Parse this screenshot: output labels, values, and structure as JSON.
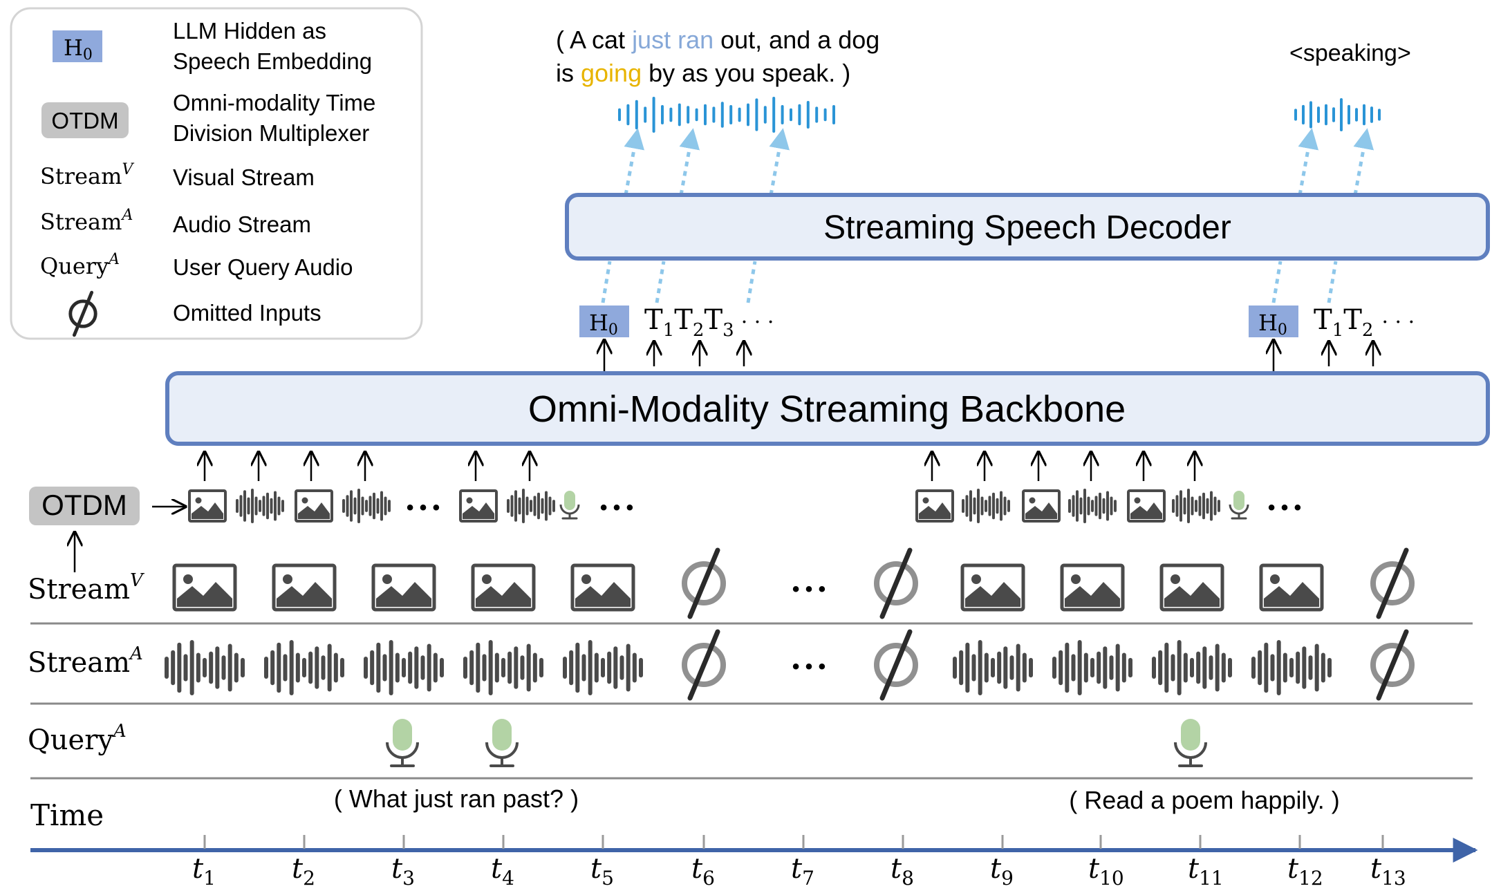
{
  "legend": {
    "items": [
      {
        "symbol": "H",
        "symbol_sub": "0",
        "text1": "LLM Hidden as",
        "text2": "Speech Embedding"
      },
      {
        "symbol": "OTDM",
        "text1": "Omni-modality Time",
        "text2": "Division Multiplexer"
      },
      {
        "symbol": "Stream",
        "symbol_sup": "V",
        "text1": "Visual Stream"
      },
      {
        "symbol": "Stream",
        "symbol_sup": "A",
        "text1": "Audio Stream"
      },
      {
        "symbol": "Query",
        "symbol_sup": "A",
        "text1": "User Query Audio"
      },
      {
        "symbol": "∅",
        "text1": "Omitted Inputs"
      }
    ]
  },
  "top_caption": {
    "line1_a": "( A cat ",
    "line1_b": "just ran",
    "line1_c": " out, and a dog",
    "line2_a": "is ",
    "line2_b": "going",
    "line2_c": " by as you speak. )"
  },
  "speaking_tag": "<speaking>",
  "decoder_label": "Streaming Speech Decoder",
  "backbone_label": "Omni-Modality Streaming Backbone",
  "tokens_left": {
    "h": "H",
    "h_sub": "0",
    "t1": "T",
    "t1_sub": "1",
    "t2": "T",
    "t2_sub": "2",
    "t3": "T",
    "t3_sub": "3",
    "dots": "· · ·"
  },
  "tokens_right": {
    "h": "H",
    "h_sub": "0",
    "t1": "T",
    "t1_sub": "1",
    "t2": "T",
    "t2_sub": "2",
    "dots": "· · ·"
  },
  "otdm_label": "OTDM",
  "rows": {
    "stream_v": {
      "base": "Stream",
      "sup": "V"
    },
    "stream_a": {
      "base": "Stream",
      "sup": "A"
    },
    "query_a": {
      "base": "Query",
      "sup": "A"
    },
    "time": {
      "base": "Time"
    }
  },
  "ellipsis": "• • •",
  "query_captions": {
    "left": "( What just ran past? )",
    "right": "( Read a poem happily. )"
  },
  "time_ticks": [
    "1",
    "2",
    "3",
    "4",
    "5",
    "6",
    "7",
    "8",
    "9",
    "10",
    "11",
    "12",
    "13"
  ],
  "time_tick_base": "t",
  "colors": {
    "h0_fill": "#8fa9dc",
    "box_fill": "#e8eef8",
    "box_stroke": "#5f7fbf",
    "wave_blue": "#2a94d6",
    "arrow_dotted": "#8ec7ea",
    "highlight_blue": "#86a8d8",
    "highlight_yellow": "#e8b400",
    "mic_green": "#b3d3a5",
    "axis": "#3f64a8",
    "icon_gray": "#4a4a4a",
    "omit_gray": "#909090",
    "otdm_fill": "#c4c4c4"
  }
}
